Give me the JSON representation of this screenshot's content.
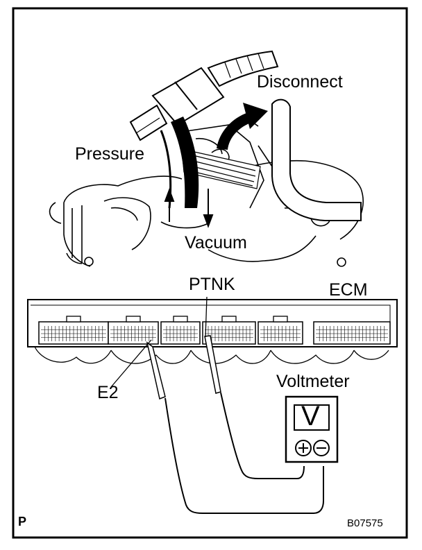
{
  "labels": {
    "pressure": "Pressure",
    "disconnect": "Disconnect",
    "vacuum": "Vacuum",
    "ptnk": "PTNK",
    "ecm": "ECM",
    "e2": "E2",
    "voltmeter": "Voltmeter",
    "corner_mark": "P",
    "figure_code": "B07575"
  },
  "voltmeter": {
    "display": "V",
    "plus_terminal": "+",
    "minus_terminal": "−"
  },
  "icons": [
    "sensor-hose-icon",
    "vacuum-hose-icon",
    "engine-outline-icon",
    "ecm-connector-icon",
    "voltmeter-icon",
    "test-probe-icon"
  ]
}
